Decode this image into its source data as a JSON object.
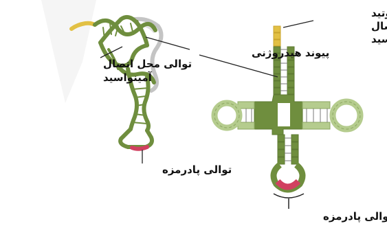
{
  "labels": {
    "aa_site_3d_line1": "توالی محل اتصال",
    "aa_site_3d_line2": "آمینواسید",
    "hydrogen_bond": "پیوند هیدروژنی",
    "nucleotide_line1": "نوکلئوتید",
    "nucleotide_line2": "جایگاه اتصال",
    "nucleotide_line3": "به آمینواسید",
    "anticodon_3d": "توالی پادرمزه",
    "anticodon_clover": "توالی پادرمزه"
  },
  "colors": {
    "strand_dark": "#6f8e3e",
    "strand_light": "#b5cc8e",
    "strand_pale": "#d4e3b6",
    "anticodon": "#d14060",
    "acceptor_end": "#e2c044",
    "gray_strand": "#b8b8b8"
  }
}
